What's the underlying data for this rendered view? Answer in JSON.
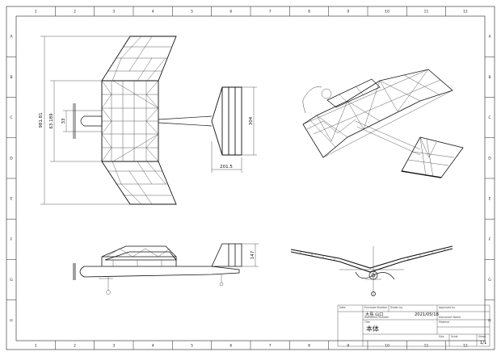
{
  "sheet": {
    "zone_columns": [
      "1",
      "2",
      "3",
      "4",
      "5",
      "6",
      "7",
      "8",
      "9",
      "10",
      "11",
      "12"
    ],
    "zone_rows": [
      "A",
      "B",
      "C",
      "D",
      "E",
      "F",
      "G",
      "H"
    ]
  },
  "dimensions": {
    "span": "981.81",
    "chord_a": "63.189",
    "chord_b": "33",
    "tail_span": "304",
    "tail_offset": "201.5",
    "side_height": "147"
  },
  "title_block": {
    "label_date": "Date",
    "label_purchase": "Purchase Number",
    "label_drawn": "Drawn by",
    "label_approved": "Approved by",
    "drawn_by": "大島 山口",
    "date": "2021/05/18",
    "label_doc_number": "Document Number",
    "label_doc_name": "Document Name",
    "label_title": "Title",
    "label_material": "Material",
    "title": "本体",
    "label_size": "Size",
    "label_scale": "Scale",
    "label_sheet": "Sheet",
    "sheet": "1/1"
  }
}
